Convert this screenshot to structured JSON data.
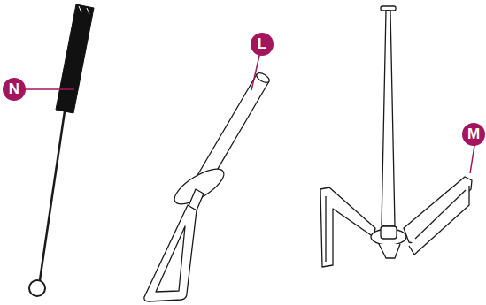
{
  "diagram": {
    "labels": [
      "N",
      "L",
      "M"
    ]
  }
}
